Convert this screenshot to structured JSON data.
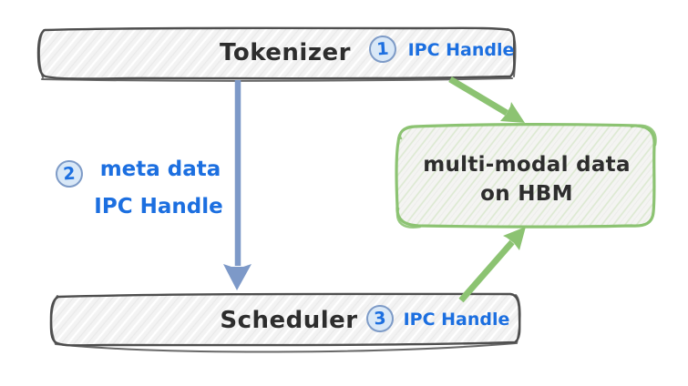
{
  "diagram": {
    "colors": {
      "background": "#ffffff",
      "box_border": "#4e4e4e",
      "box_fill": "#f3f3f3",
      "green": "#8cc372",
      "blue_arrow": "#7d99c8",
      "blue_text": "#1c6fe0",
      "badge_fill": "#d9e8f7",
      "badge_border": "#7e9bc7",
      "dark_text": "#2d2d2d"
    },
    "nodes": {
      "tokenizer": {
        "label": "Tokenizer"
      },
      "scheduler": {
        "label": "Scheduler"
      },
      "hbm": {
        "line1": "multi-modal data",
        "line2": "on HBM"
      }
    },
    "steps": {
      "step1": {
        "number": "1",
        "label": "IPC Handle"
      },
      "step2": {
        "number": "2",
        "line1": "meta data",
        "line2": "IPC Handle"
      },
      "step3": {
        "number": "3",
        "label": "IPC Handle"
      }
    },
    "edges": [
      {
        "from": "Tokenizer",
        "to": "multi-modal data on HBM",
        "style": "green-arrow",
        "step": "1"
      },
      {
        "from": "Tokenizer",
        "to": "Scheduler",
        "style": "blue-arrow",
        "step": "2"
      },
      {
        "from": "Scheduler",
        "to": "multi-modal data on HBM",
        "style": "green-arrow",
        "step": "3"
      }
    ]
  }
}
